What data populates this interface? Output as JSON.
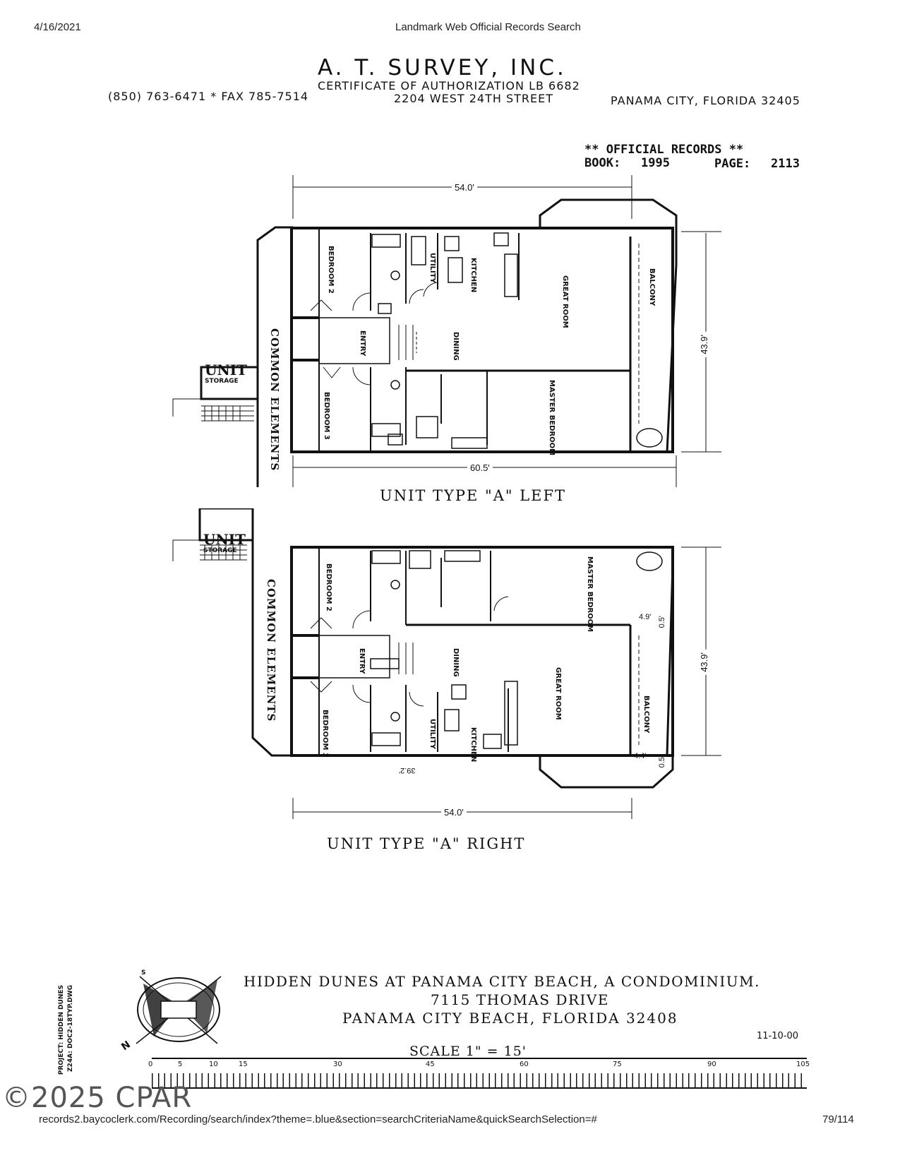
{
  "browser": {
    "date": "4/16/2021",
    "title": "Landmark Web Official Records Search",
    "url": "records2.baycoclerk.com/Recording/search/index?theme=.blue&section=searchCriteriaName&quickSearchSelection=#",
    "page_counter": "79/114"
  },
  "surveyor": {
    "name": "A. T. SURVEY, INC.",
    "certificate": "CERTIFICATE OF AUTHORIZATION LB 6682",
    "contact": "(850) 763-6471 * FAX 785-7514",
    "street": "2204 WEST 24TH STREET",
    "city": "PANAMA CITY, FLORIDA 32405"
  },
  "records": {
    "heading": "** OFFICIAL RECORDS **",
    "book_label": "BOOK:",
    "book": "1995",
    "page_label": "PAGE:",
    "page": "2113"
  },
  "plan_left": {
    "caption": "UNIT TYPE \"A\" LEFT",
    "dim_top": "54.0'",
    "dim_bottom": "60.5'",
    "dim_side": "43.9'",
    "common": "COMMON ELEMENTS",
    "unit": "UNIT",
    "storage": "STORAGE",
    "rooms": {
      "bedroom2": "BEDROOM 2",
      "utility": "UTILITY",
      "kitchen": "KITCHEN",
      "great": "GREAT ROOM",
      "balcony": "BALCONY",
      "entry": "ENTRY",
      "dining": "DINING",
      "bedroom3": "BEDROOM 3",
      "master": "MASTER BEDROOM"
    }
  },
  "plan_right": {
    "caption": "UNIT TYPE \"A\" RIGHT",
    "dim_bottom": "54.0'",
    "dim_side": "43.9'",
    "dim_a": "4.9'",
    "dim_b": "0.5'",
    "dim_c": "4.4'",
    "dim_d": "0.5'",
    "dim_e": "39.2'",
    "common": "COMMON ELEMENTS",
    "unit": "UNIT",
    "storage": "STORAGE",
    "rooms": {
      "bedroom2": "BEDROOM 2",
      "master": "MASTER BEDROOM",
      "entry": "ENTRY",
      "dining": "DINING",
      "great": "GREAT ROOM",
      "balcony": "BALCONY",
      "bedroom3": "BEDROOM 3",
      "utility": "UTILITY",
      "kitchen": "KITCHEN"
    }
  },
  "project": {
    "line1": "HIDDEN DUNES AT PANAMA CITY BEACH, A CONDOMINIUM.",
    "line2": "7115 THOMAS DRIVE",
    "line3": "PANAMA CITY BEACH, FLORIDA 32408",
    "date": "11-10-00",
    "scale": "SCALE 1\" = 15'",
    "side_note_1": "PROJECT: HIDDEN DUNES",
    "side_note_2": "Z24A: DOC2-18TYP.DWG",
    "scale_ticks": [
      "0",
      "5",
      "10",
      "15",
      "30",
      "45",
      "60",
      "75",
      "90",
      "105"
    ]
  },
  "watermark": "©2025 CPAR",
  "colors": {
    "ink": "#111111",
    "watermark": "#555555"
  }
}
